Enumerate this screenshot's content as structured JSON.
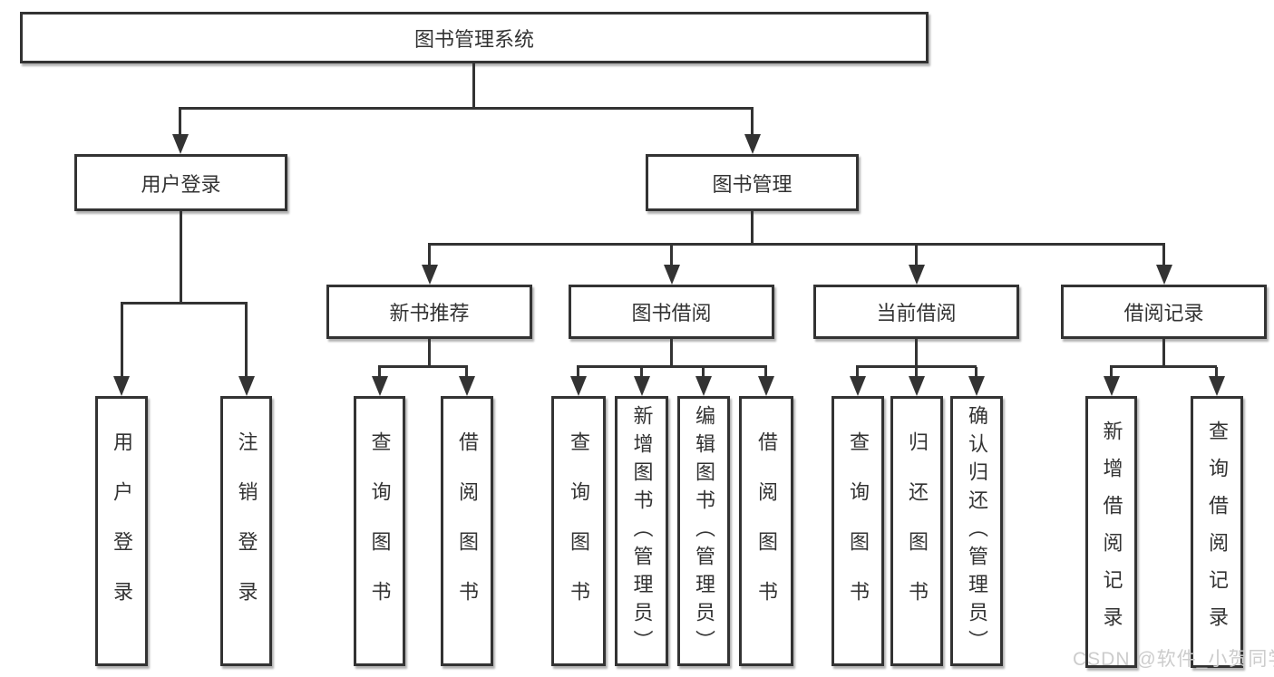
{
  "diagram": {
    "root": {
      "label": "图书管理系统"
    },
    "level2": [
      {
        "label": "用户登录"
      },
      {
        "label": "图书管理"
      }
    ],
    "level3": [
      {
        "label": "新书推荐"
      },
      {
        "label": "图书借阅"
      },
      {
        "label": "当前借阅"
      },
      {
        "label": "借阅记录"
      }
    ],
    "level4": {
      "user_login": "用户登录",
      "logout_login": "注销登录",
      "newbook_query": "查询图书",
      "newbook_borrow": "借阅图书",
      "borrow_query": "查询图书",
      "borrow_add": "新增图书（管理员）",
      "borrow_edit": "编辑图书（管理员）",
      "borrow_borrow": "借阅图书",
      "current_query": "查询图书",
      "current_return": "归还图书",
      "current_confirm": "确认归还（管理员）",
      "records_add": "新增借阅记录",
      "records_query": "查询借阅记录"
    }
  },
  "watermark": {
    "text": "CSDN @软件_小贺同学"
  },
  "colors": {
    "line": "#333333",
    "box_fill": "#ffffff",
    "text": "#333333",
    "watermark": "#cccccc"
  }
}
